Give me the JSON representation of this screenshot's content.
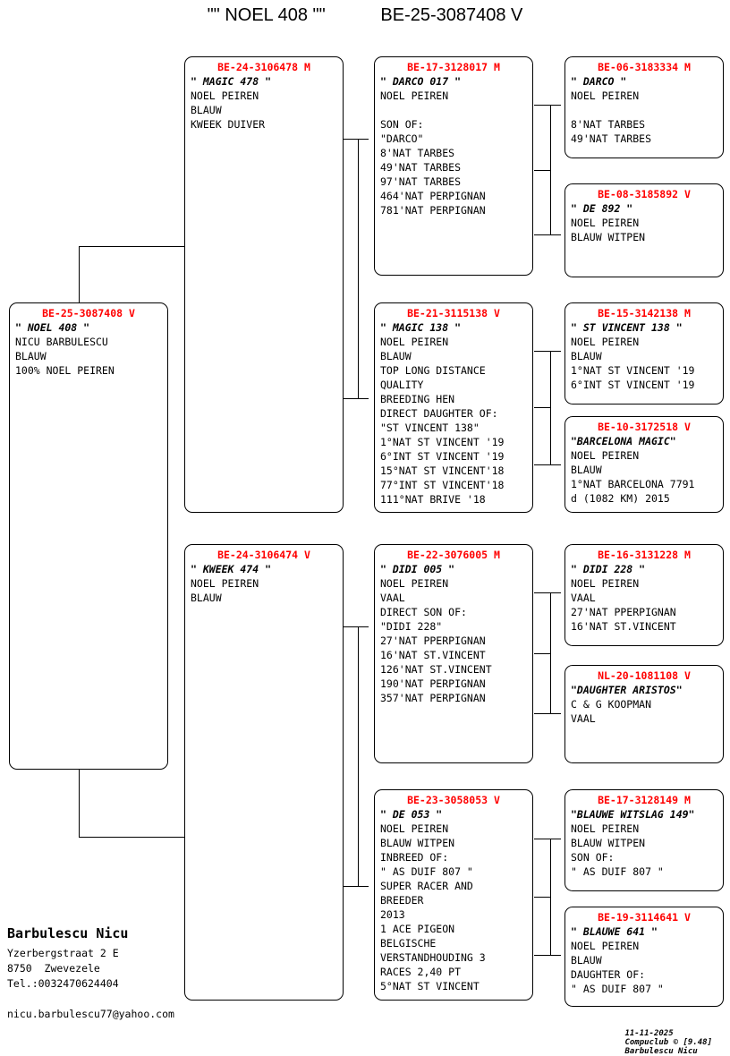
{
  "title": {
    "subject_name": "\"\" NOEL 408 \"\"",
    "subject_ring": "BE-25-3087408 V"
  },
  "cards": [
    {
      "id": "subject",
      "ring": "BE-25-3087408 V",
      "alias": "\" NOEL 408 \"",
      "lines": [
        "NICU BARBULESCU",
        "BLAUW",
        "100% NOEL PEIREN"
      ]
    },
    {
      "id": "sire",
      "ring": "BE-24-3106478 M",
      "alias": "\" MAGIC 478 \"",
      "lines": [
        "NOEL PEIREN",
        "BLAUW",
        "KWEEK DUIVER"
      ]
    },
    {
      "id": "dam",
      "ring": "BE-24-3106474 V",
      "alias": "\" KWEEK 474 \"",
      "lines": [
        "NOEL PEIREN",
        "BLAUW"
      ]
    },
    {
      "id": "sire-sire",
      "ring": "BE-17-3128017 M",
      "alias": "\" DARCO 017 \"",
      "lines": [
        "NOEL PEIREN",
        "",
        "SON OF:",
        "\"DARCO\"",
        "8'NAT TARBES",
        "49'NAT TARBES",
        "97'NAT TARBES",
        "464'NAT PERPIGNAN",
        "781'NAT PERPIGNAN"
      ]
    },
    {
      "id": "sire-dam",
      "ring": "BE-21-3115138 V",
      "alias": "\" MAGIC 138 \"",
      "lines": [
        "NOEL PEIREN",
        "BLAUW",
        "TOP LONG DISTANCE",
        "QUALITY",
        "BREEDING HEN",
        "DIRECT DAUGHTER OF:",
        "\"ST VINCENT 138\"",
        "1°NAT ST VINCENT '19",
        "6°INT ST VINCENT '19",
        "15°NAT ST VINCENT'18",
        "77°INT ST VINCENT'18",
        "111°NAT BRIVE '18"
      ]
    },
    {
      "id": "dam-sire",
      "ring": "BE-22-3076005 M",
      "alias": "\" DIDI 005 \"",
      "lines": [
        "NOEL PEIREN",
        "VAAL",
        "DIRECT SON OF:",
        "\"DIDI 228\"",
        "27'NAT PPERPIGNAN",
        "16'NAT ST.VINCENT",
        "126'NAT ST.VINCENT",
        "190'NAT PERPIGNAN",
        "357'NAT PERPIGNAN"
      ]
    },
    {
      "id": "dam-dam",
      "ring": "BE-23-3058053 V",
      "alias": "\" DE 053 \"",
      "lines": [
        "NOEL PEIREN",
        "BLAUW WITPEN",
        "INBREED OF:",
        "\" AS DUIF 807 \"",
        "SUPER RACER AND",
        "BREEDER",
        "2013",
        "1 ACE PIGEON",
        "BELGISCHE",
        "VERSTANDHOUDING 3",
        "RACES 2,40 PT",
        "5°NAT ST VINCENT"
      ]
    },
    {
      "id": "gg1",
      "ring": "BE-06-3183334 M",
      "alias": "\" DARCO \"",
      "lines": [
        "NOEL PEIREN",
        "",
        "8'NAT TARBES",
        "49'NAT TARBES"
      ]
    },
    {
      "id": "gg2",
      "ring": "BE-08-3185892 V",
      "alias": "\" DE 892 \"",
      "lines": [
        "NOEL PEIREN",
        "BLAUW WITPEN"
      ]
    },
    {
      "id": "gg3",
      "ring": "BE-15-3142138 M",
      "alias": "\" ST VINCENT 138 \"",
      "lines": [
        "NOEL PEIREN",
        "BLAUW",
        "1°NAT ST VINCENT '19",
        "6°INT ST VINCENT '19"
      ]
    },
    {
      "id": "gg4",
      "ring": "BE-10-3172518 V",
      "alias": "\"BARCELONA MAGIC\"",
      "lines": [
        "NOEL PEIREN",
        "BLAUW",
        "1°NAT BARCELONA 7791",
        "d (1082 KM) 2015"
      ]
    },
    {
      "id": "gg5",
      "ring": "BE-16-3131228 M",
      "alias": "\" DIDI 228 \"",
      "lines": [
        "NOEL PEIREN",
        "VAAL",
        "27'NAT PPERPIGNAN",
        "16'NAT ST.VINCENT"
      ]
    },
    {
      "id": "gg6",
      "ring": "NL-20-1081108 V",
      "alias": "\"DAUGHTER ARISTOS\"",
      "lines": [
        "C & G KOOPMAN",
        "VAAL"
      ]
    },
    {
      "id": "gg7",
      "ring": "BE-17-3128149 M",
      "alias": "\"BLAUWE WITSLAG 149\"",
      "lines": [
        "NOEL PEIREN",
        "BLAUW WITPEN",
        "SON OF:",
        "\" AS DUIF 807 \""
      ]
    },
    {
      "id": "gg8",
      "ring": "BE-19-3114641 V",
      "alias": "\" BLAUWE 641 \"",
      "lines": [
        "NOEL PEIREN",
        "BLAUW",
        "DAUGHTER OF:",
        "\" AS DUIF 807 \""
      ]
    }
  ],
  "owner": {
    "name": "Barbulescu Nicu",
    "street": "Yzerbergstraat 2 E",
    "city": "8750  Zwevezele",
    "phone": "Tel.:0032470624404",
    "email": "nicu.barbulescu77@yahoo.com"
  },
  "print_credit": {
    "date": "11-11-2025",
    "app": "Compuclub © [9.48]",
    "user": "Barbulescu Nicu"
  },
  "colors": {
    "ring_red": "#ff0000",
    "text_black": "#000000",
    "page_background": "#ffffff"
  }
}
